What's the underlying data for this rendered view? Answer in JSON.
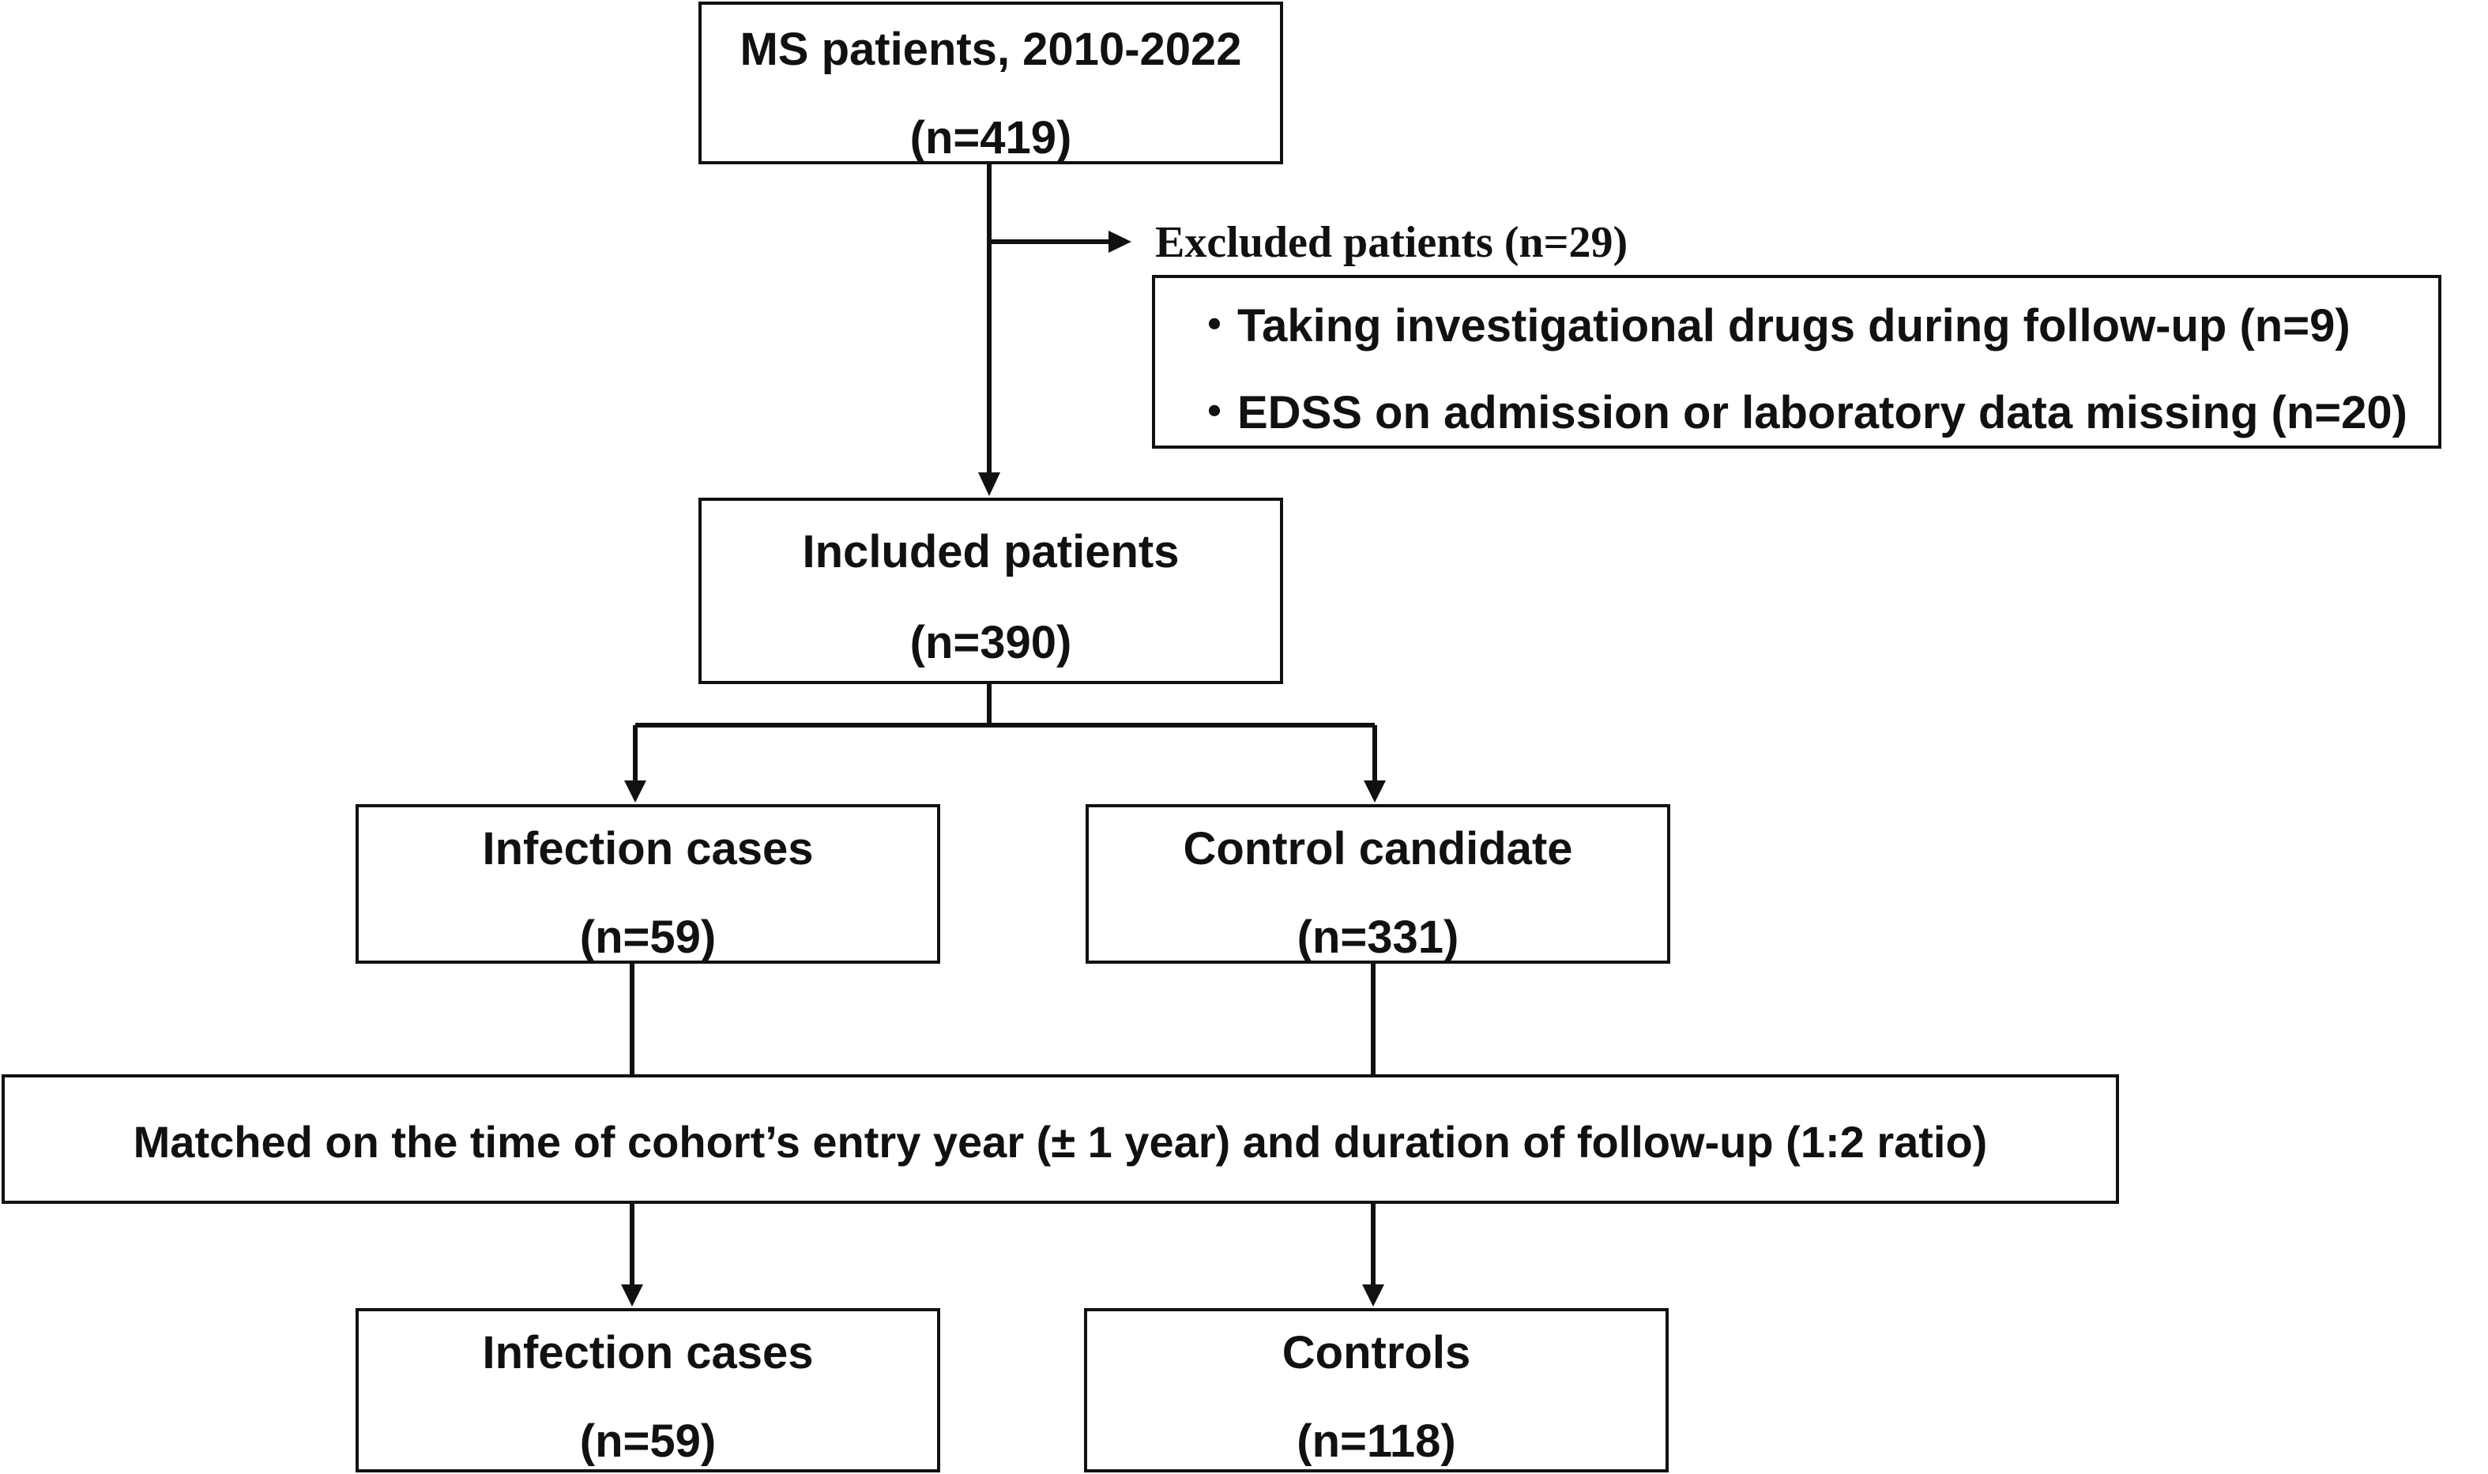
{
  "nodes": {
    "ms": {
      "title": "MS patients, 2010-2022",
      "count": "(n=419)"
    },
    "excluded": {
      "title": "Excluded patients (n=29)",
      "items": [
        "・Taking investigational drugs during follow-up (n=9)",
        "・EDSS on admission or laboratory data missing (n=20)"
      ]
    },
    "included": {
      "title": "Included patients",
      "count": "(n=390)"
    },
    "infection_cases_1": {
      "title": "Infection cases",
      "count": "(n=59)"
    },
    "control_candidate": {
      "title": "Control candidate",
      "count": "(n=331)"
    },
    "matching": {
      "title": "Matched on the time of cohort’s entry year (± 1 year) and duration of follow-up (1:2 ratio)"
    },
    "infection_cases_2": {
      "title": "Infection cases",
      "count": "(n=59)"
    },
    "controls": {
      "title": "Controls",
      "count": "(n=118)"
    }
  }
}
